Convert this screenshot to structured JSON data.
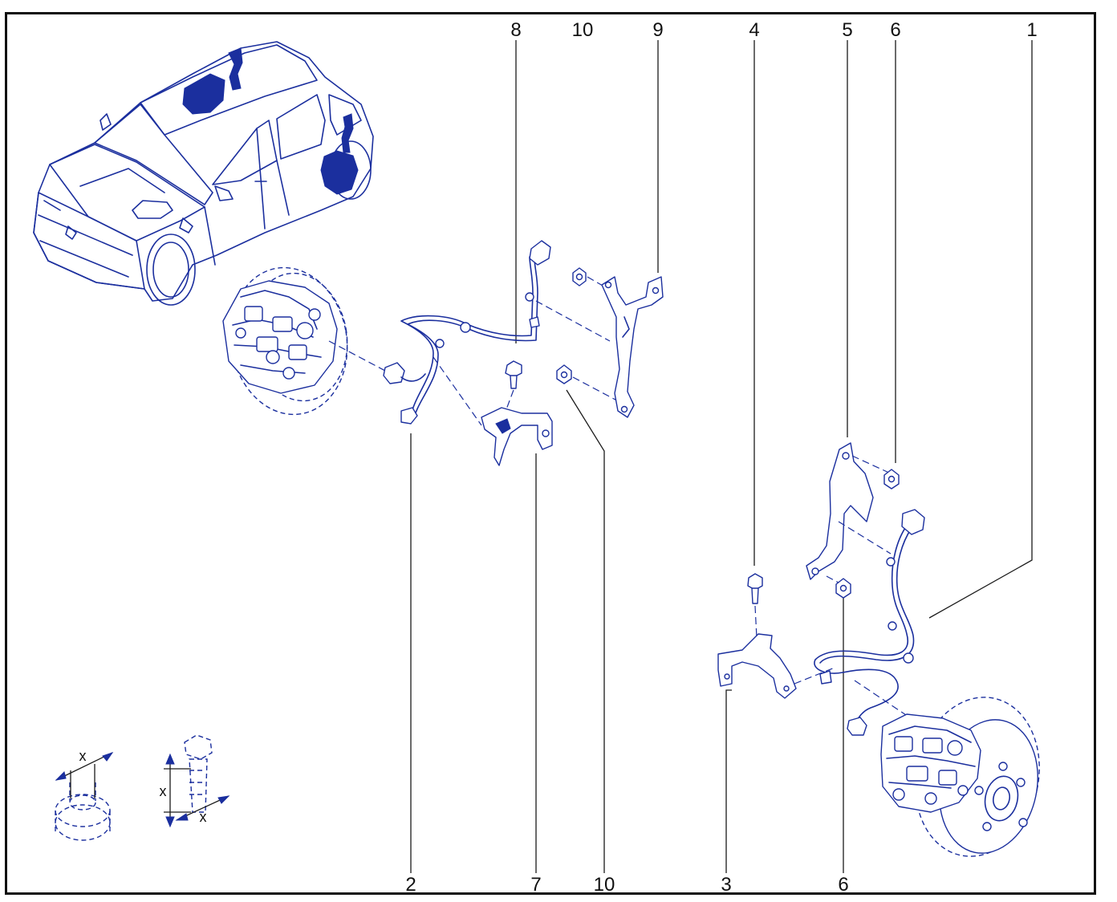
{
  "labels": {
    "top": [
      "8",
      "10",
      "9",
      "4",
      "5",
      "6",
      "1"
    ],
    "bottom": [
      "2",
      "7",
      "10",
      "3",
      "6"
    ]
  },
  "dimension_symbol": "x",
  "colors": {
    "line_art": "#1b2f9e",
    "frame": "#111111",
    "callout": "#1a1a1a"
  },
  "icons": [
    "vehicle-icon",
    "front-brake-assembly-icon",
    "rear-brake-disc-icon",
    "nut-icon",
    "bolt-icon"
  ]
}
